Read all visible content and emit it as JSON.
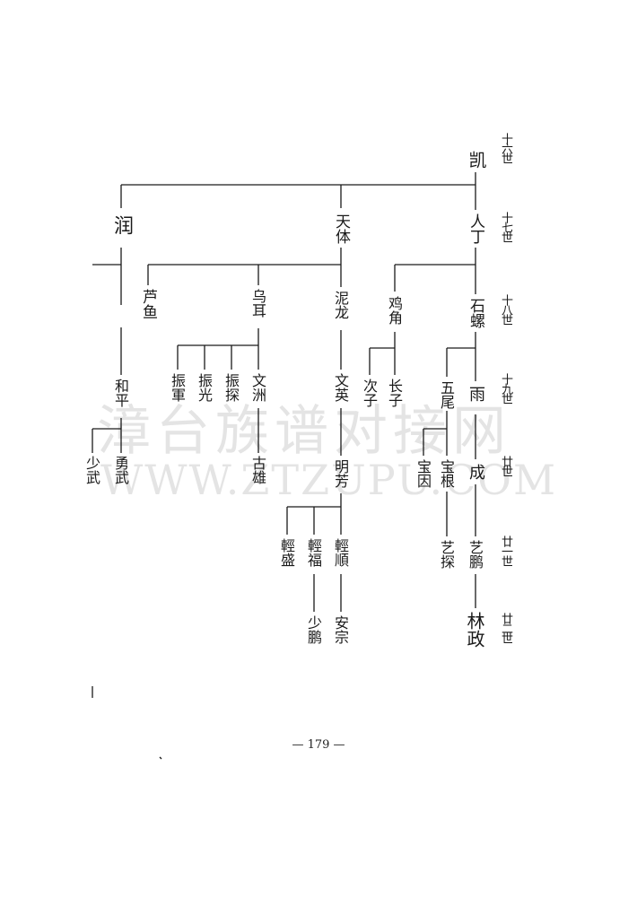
{
  "watermark": {
    "cn": "漳台族谱对接网",
    "en": "WWW.ZTZUPU.COM"
  },
  "generations": [
    "十六世",
    "十七世",
    "十八世",
    "十九世",
    "廿世",
    "廿一世",
    "廿二世"
  ],
  "names": {
    "kai": "凯",
    "run": "润",
    "tianti": "天体",
    "rending": "人丁",
    "luyu": "芦鱼",
    "wuer": "乌耳",
    "nilong": "泥龙",
    "jinan": "鸡角",
    "shiluo": "石螺",
    "he": "和平",
    "zhenjun": "振軍",
    "zhenguang": "振光",
    "zhentan": "振探",
    "wenzhou": "文洲",
    "wenying": "文英",
    "cizi": "次子",
    "zhangzi": "长子",
    "wuwei": "五尾",
    "yuyu": "雨",
    "shaowu": "少武",
    "yongwu": "勇武",
    "guxiong": "古雄",
    "mingfang": "明芳",
    "baoyin": "宝因",
    "baogen": "宝根",
    "cheng": "成",
    "qingsheng": "輕盛",
    "qingfu": "輕福",
    "qingshun": "輕順",
    "yibao": "艺探",
    "yipeng": "艺鹏",
    "shaopeng": "少鹏",
    "anzong": "安宗",
    "linzheng": "林政"
  },
  "page_number": "— 179 —"
}
